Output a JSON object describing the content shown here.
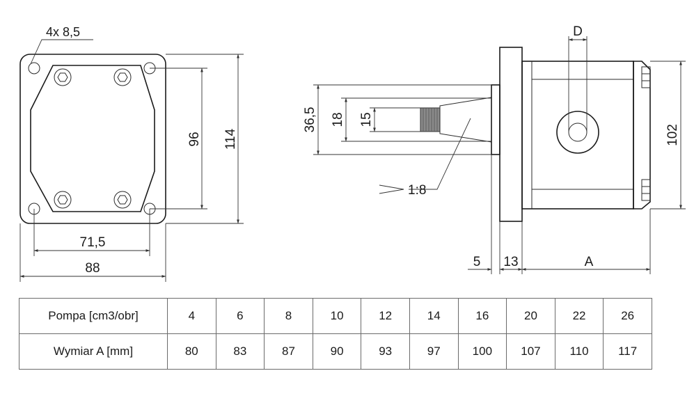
{
  "dimensions": {
    "holes": "4x 8,5",
    "flange_width": "88",
    "bolt_pitch_x": "71,5",
    "bolt_pitch_y": "96",
    "flange_height": "114",
    "collar_diameter": "36,5",
    "shaft_diameter": "18",
    "thread_diameter": "15",
    "taper": "1:8",
    "port": "D",
    "body_height": "102",
    "collar_length": "5",
    "flange_thickness": "13",
    "body_length": "A"
  },
  "table": {
    "row1_label": "Pompa [cm3/obr]",
    "row1_values": [
      "4",
      "6",
      "8",
      "10",
      "12",
      "14",
      "16",
      "20",
      "22",
      "26"
    ],
    "row2_label": "Wymiar A [mm]",
    "row2_values": [
      "80",
      "83",
      "87",
      "90",
      "93",
      "97",
      "100",
      "107",
      "110",
      "117"
    ]
  }
}
